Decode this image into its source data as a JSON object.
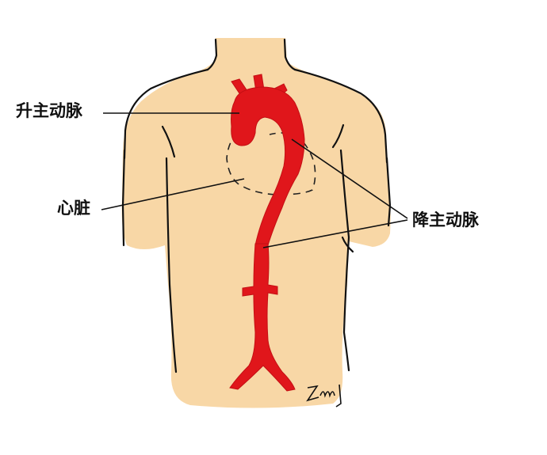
{
  "diagram": {
    "subject": "aorta anatomy on human torso",
    "labels": {
      "ascending_aorta": "升主动脉",
      "heart": "心脏",
      "descending_aorta": "降主动脉"
    },
    "signature": "Zmy",
    "colors": {
      "skin": "#F8D7A6",
      "aorta": "#E0161B",
      "outline": "#111111",
      "background": "#FFFFFF"
    }
  }
}
